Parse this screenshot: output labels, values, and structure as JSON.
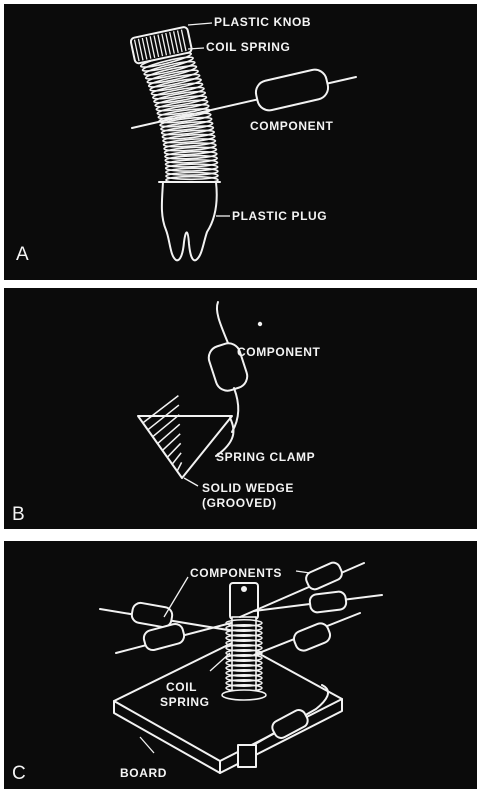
{
  "panels": {
    "a": {
      "letter": "A",
      "labels": {
        "plastic_knob": "PLASTIC KNOB",
        "coil_spring": "COIL SPRING",
        "component": "COMPONENT",
        "plastic_plug": "PLASTIC PLUG"
      }
    },
    "b": {
      "letter": "B",
      "labels": {
        "component": "COMPONENT",
        "spring_clamp": "SPRING CLAMP",
        "solid_wedge_line1": "SOLID WEDGE",
        "solid_wedge_line2": "(GROOVED)"
      }
    },
    "c": {
      "letter": "C",
      "labels": {
        "components": "COMPONENTS",
        "coil_spring_line1": "COIL",
        "coil_spring_line2": "SPRING",
        "board": "BOARD"
      }
    }
  },
  "colors": {
    "panel_background": "#0b0b0b",
    "line_art": "#f2f2f2",
    "page_background": "#ffffff"
  }
}
